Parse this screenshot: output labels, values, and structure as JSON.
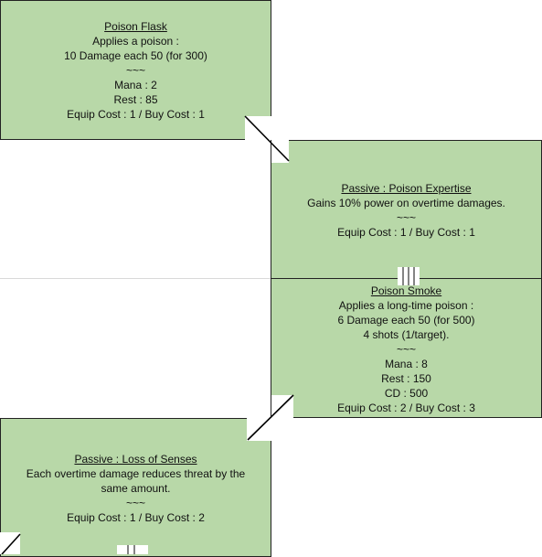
{
  "nodes": [
    {
      "id": "poison-flask",
      "title": "Poison Flask",
      "lines": [
        "Applies a poison :",
        "10 Damage each 50 (for 300)",
        "~~~",
        "Mana : 2",
        "Rest : 85",
        "Equip Cost : 1 / Buy Cost : 1"
      ]
    },
    {
      "id": "poison-expertise",
      "title": "Passive : Poison Expertise",
      "lines": [
        "Gains 10% power on overtime damages.",
        "~~~",
        "Equip Cost : 1 / Buy Cost : 1"
      ]
    },
    {
      "id": "poison-smoke",
      "title": "Poison Smoke",
      "lines": [
        "Applies a long-time poison :",
        "6 Damage each 50 (for 500)",
        "4 shots (1/target).",
        "~~~",
        "Mana : 8",
        "Rest : 150",
        "CD : 500",
        "Equip Cost : 2 / Buy Cost : 3"
      ]
    },
    {
      "id": "loss-of-senses",
      "title": "Passive : Loss of Senses",
      "lines": [
        "Each overtime damage reduces threat by the",
        "same amount.",
        "~~~",
        "Equip Cost : 1 / Buy Cost : 2"
      ]
    }
  ],
  "colors": {
    "node_fill": "#b8d8a8",
    "border": "#222222",
    "grid": "#d9d9d9"
  }
}
